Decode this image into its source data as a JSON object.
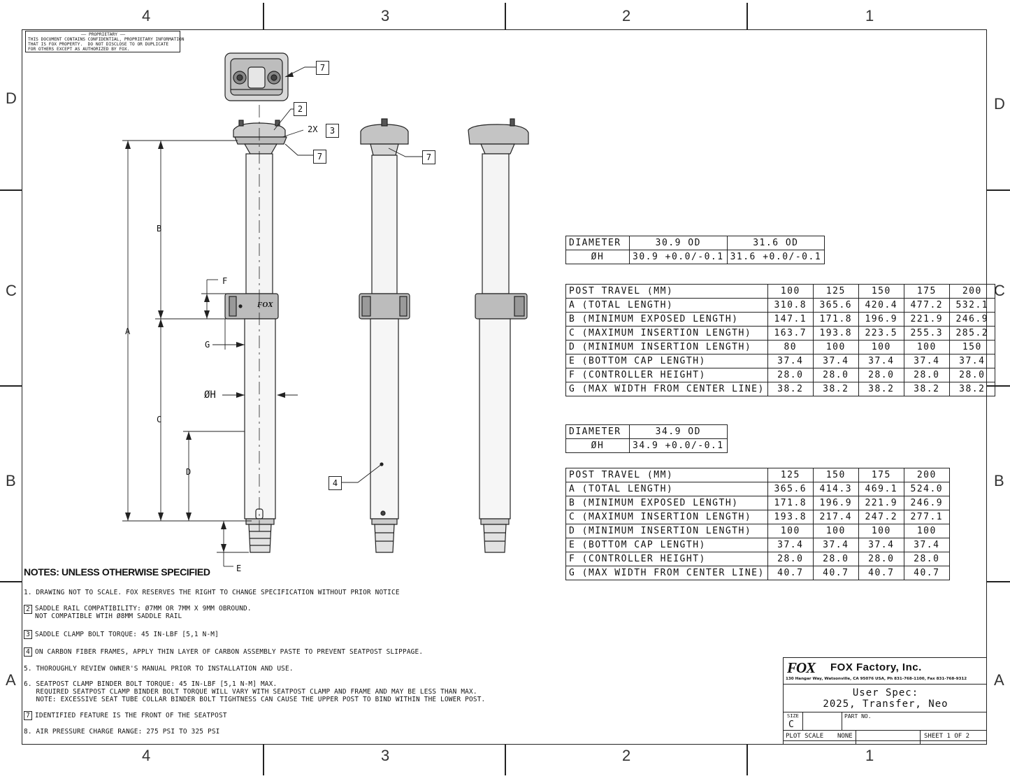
{
  "zones": {
    "top": [
      "4",
      "3",
      "2",
      "1"
    ],
    "bottom": [
      "4",
      "3",
      "2",
      "1"
    ],
    "left": [
      "D",
      "C",
      "B",
      "A"
    ],
    "right": [
      "D",
      "C",
      "B",
      "A"
    ]
  },
  "proprietary": {
    "title": "—— PROPRIETARY ——",
    "lines": [
      "THIS DOCUMENT CONTAINS CONFIDENTIAL, PROPRIETARY INFORMATION",
      "THAT IS FOX PROPERTY.  DO NOT DISCLOSE TO OR DUPLICATE",
      "FOR OTHERS EXCEPT AS AUTHORIZED BY FOX."
    ]
  },
  "callouts": {
    "c7_top": "7",
    "c2": "2",
    "c2x_prefix": "2X",
    "c3": "3",
    "c7_left": "7",
    "c7_mid": "7",
    "c4": "4"
  },
  "dims": {
    "A": "A",
    "B": "B",
    "C": "C",
    "D": "D",
    "E": "E",
    "F": "F",
    "G": "G",
    "H": "ØH"
  },
  "post_brand": "FOX",
  "diameter_table_1": {
    "header": [
      "DIAMETER",
      "30.9 OD",
      "31.6 OD"
    ],
    "row": [
      "ØH",
      "30.9 +0.0/-0.1",
      "31.6 +0.0/-0.1"
    ]
  },
  "spec_table_1": {
    "header": [
      "POST TRAVEL (MM)",
      "100",
      "125",
      "150",
      "175",
      "200"
    ],
    "rows": [
      [
        "A (TOTAL LENGTH)",
        "310.8",
        "365.6",
        "420.4",
        "477.2",
        "532.1"
      ],
      [
        "B (MINIMUM EXPOSED LENGTH)",
        "147.1",
        "171.8",
        "196.9",
        "221.9",
        "246.9"
      ],
      [
        "C (MAXIMUM INSERTION LENGTH)",
        "163.7",
        "193.8",
        "223.5",
        "255.3",
        "285.2"
      ],
      [
        "D (MINIMUM INSERTION LENGTH)",
        "80",
        "100",
        "100",
        "100",
        "150"
      ],
      [
        "E (BOTTOM CAP LENGTH)",
        "37.4",
        "37.4",
        "37.4",
        "37.4",
        "37.4"
      ],
      [
        "F (CONTROLLER HEIGHT)",
        "28.0",
        "28.0",
        "28.0",
        "28.0",
        "28.0"
      ],
      [
        "G (MAX WIDTH FROM CENTER LINE)",
        "38.2",
        "38.2",
        "38.2",
        "38.2",
        "38.2"
      ]
    ]
  },
  "diameter_table_2": {
    "header": [
      "DIAMETER",
      "34.9 OD"
    ],
    "row": [
      "ØH",
      "34.9 +0.0/-0.1"
    ]
  },
  "spec_table_2": {
    "header": [
      "POST TRAVEL (MM)",
      "125",
      "150",
      "175",
      "200"
    ],
    "rows": [
      [
        "A (TOTAL LENGTH)",
        "365.6",
        "414.3",
        "469.1",
        "524.0"
      ],
      [
        "B (MINIMUM EXPOSED LENGTH)",
        "171.8",
        "196.9",
        "221.9",
        "246.9"
      ],
      [
        "C (MAXIMUM INSERTION LENGTH)",
        "193.8",
        "217.4",
        "247.2",
        "277.1"
      ],
      [
        "D (MINIMUM INSERTION LENGTH)",
        "100",
        "100",
        "100",
        "100"
      ],
      [
        "E (BOTTOM CAP LENGTH)",
        "37.4",
        "37.4",
        "37.4",
        "37.4"
      ],
      [
        "F (CONTROLLER HEIGHT)",
        "28.0",
        "28.0",
        "28.0",
        "28.0"
      ],
      [
        "G (MAX WIDTH FROM CENTER LINE)",
        "40.7",
        "40.7",
        "40.7",
        "40.7"
      ]
    ]
  },
  "notes": {
    "title": "NOTES: UNLESS OTHERWISE SPECIFIED",
    "n1": "1. DRAWING NOT TO SCALE. FOX RESERVES THE RIGHT TO CHANGE SPECIFICATION WITHOUT PRIOR NOTICE",
    "n2_num": "2",
    "n2": "SADDLE RAIL COMPATIBILITY: Ø7MM OR 7MM X 9MM OBROUND.\nNOT COMPATIBLE WTIH Ø8MM SADDLE RAIL",
    "n3_num": "3",
    "n3": "SADDLE CLAMP BOLT TORQUE: 45 IN-LBF [5,1 N-M]",
    "n4_num": "4",
    "n4": "ON CARBON FIBER FRAMES, APPLY THIN LAYER OF CARBON ASSEMBLY PASTE TO PREVENT SEATPOST SLIPPAGE.",
    "n5": "5. THOROUGHLY REVIEW OWNER'S MANUAL PRIOR TO INSTALLATION AND USE.",
    "n6": "6. SEATPOST CLAMP BINDER BOLT TORQUE: 45 IN-LBF [5,1 N-M] MAX.\n   REQUIRED SEATPOST CLAMP BINDER BOLT TORQUE WILL VARY WITH SEATPOST CLAMP AND FRAME AND MAY BE LESS THAN MAX.\n   NOTE: EXCESSIVE SEAT TUBE COLLAR BINDER BOLT TIGHTNESS CAN CAUSE THE UPPER POST TO BIND WITHIN THE LOWER POST.",
    "n7_num": "7",
    "n7": "IDENTIFIED FEATURE IS THE FRONT OF THE SEATPOST",
    "n8": "8. AIR PRESSURE CHARGE RANGE: 275 PSI TO 325 PSI"
  },
  "title_block": {
    "logo": "FOX",
    "company": "FOX Factory, Inc.",
    "address": "130 Hangar Way, Watsonville, CA 95076 USA, Ph 831-768-1100, Fax 831-768-9312",
    "title_line1": "User Spec:",
    "title_line2": "2025, Transfer, Neo",
    "size_label": "SIZE",
    "size_value": "C",
    "part_no_label": "PART NO.",
    "plot_scale": "PLOT SCALE",
    "plot_scale_value": "NONE",
    "sheet": "SHEET 1 OF 2"
  }
}
